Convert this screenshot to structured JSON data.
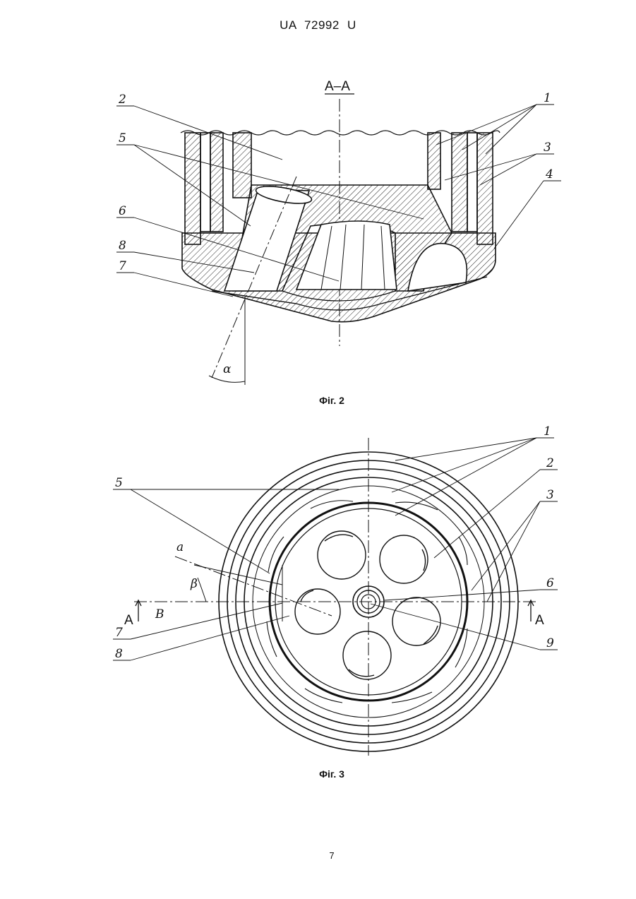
{
  "header": {
    "doc_id": "UA   72992   U"
  },
  "fig2": {
    "section_label": "А–А",
    "caption": "Фіг. 2",
    "callouts": [
      "2",
      "5",
      "6",
      "8",
      "7",
      "1",
      "3",
      "4"
    ],
    "angle_label": "α"
  },
  "fig3": {
    "caption": "Фіг. 3",
    "callouts_left": [
      "5",
      "7",
      "8"
    ],
    "callouts_right": [
      "1",
      "2",
      "3",
      "6",
      "9"
    ],
    "angle_label": "β",
    "dim_label": "a",
    "b_label": "B",
    "section_marks": [
      "A",
      "A"
    ]
  },
  "page": {
    "number": "7"
  }
}
